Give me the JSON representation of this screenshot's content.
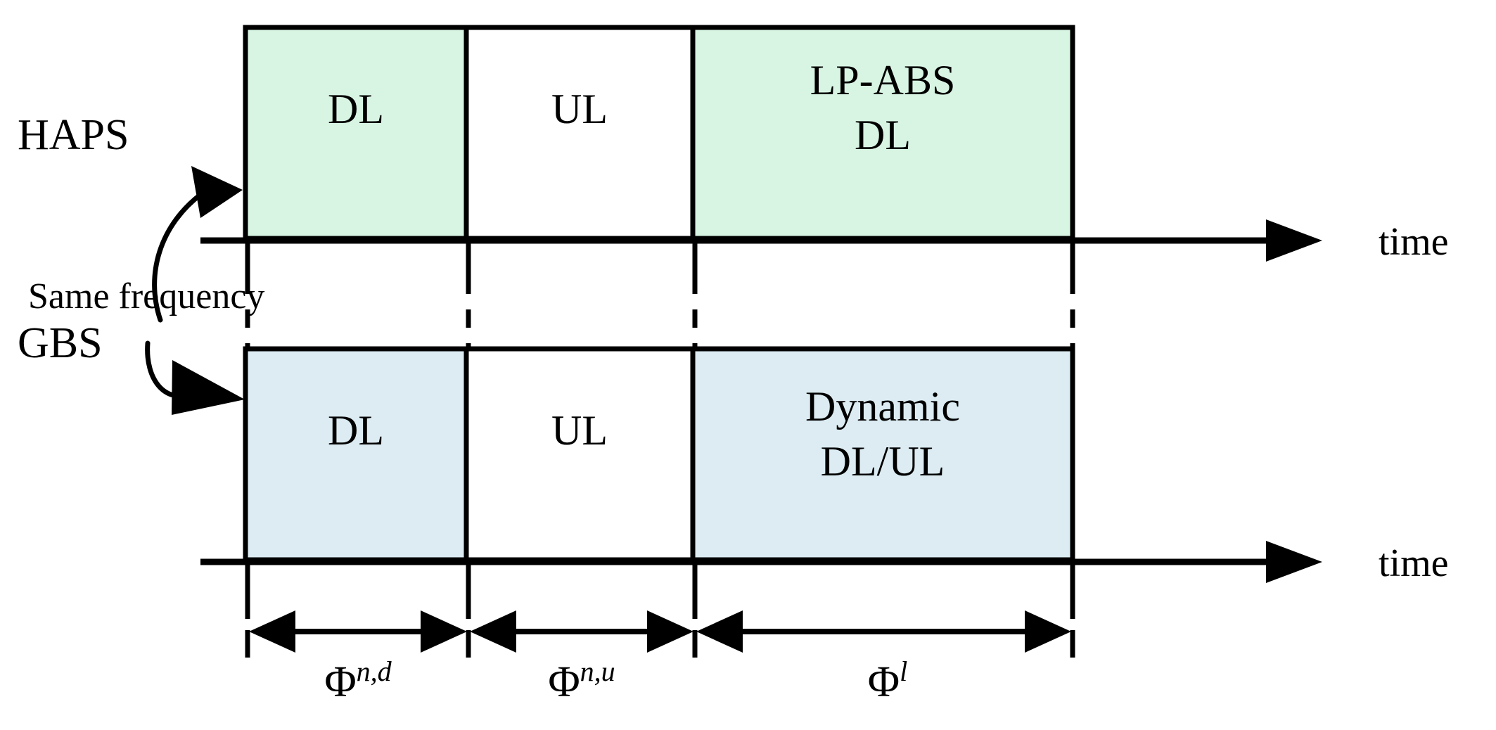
{
  "figure": {
    "title_visible": false,
    "colors": {
      "haps_block": "#d8f5e3",
      "gbs_block": "#dcecf2",
      "empty_block": "#ffffff",
      "line": "#000000",
      "background": "#ffffff"
    },
    "rows": [
      {
        "name": "haps",
        "label": "HAPS",
        "axis_label": "time",
        "cells": [
          {
            "id": "haps-dl",
            "lines": [
              "DL"
            ],
            "fill": "#d8f5e3"
          },
          {
            "id": "haps-ul",
            "lines": [
              "UL"
            ],
            "fill": "#ffffff"
          },
          {
            "id": "haps-lpabs",
            "lines": [
              "LP-ABS",
              "DL"
            ],
            "fill": "#d8f5e3"
          }
        ]
      },
      {
        "name": "gbs",
        "label": "GBS",
        "axis_label": "time",
        "cells": [
          {
            "id": "gbs-dl",
            "lines": [
              "DL"
            ],
            "fill": "#dcecf2"
          },
          {
            "id": "gbs-ul",
            "lines": [
              "UL"
            ],
            "fill": "#ffffff"
          },
          {
            "id": "gbs-dynamic",
            "lines": [
              "Dynamic",
              "DL/UL"
            ],
            "fill": "#dcecf2"
          }
        ]
      }
    ],
    "annotation": {
      "same_frequency": "Same frequency"
    },
    "durations": [
      {
        "id": "phi-nd",
        "base": "Φ",
        "sup": "n,d"
      },
      {
        "id": "phi-nu",
        "base": "Φ",
        "sup": "n,u"
      },
      {
        "id": "phi-l",
        "base": "Φ",
        "sup": "l"
      }
    ]
  }
}
